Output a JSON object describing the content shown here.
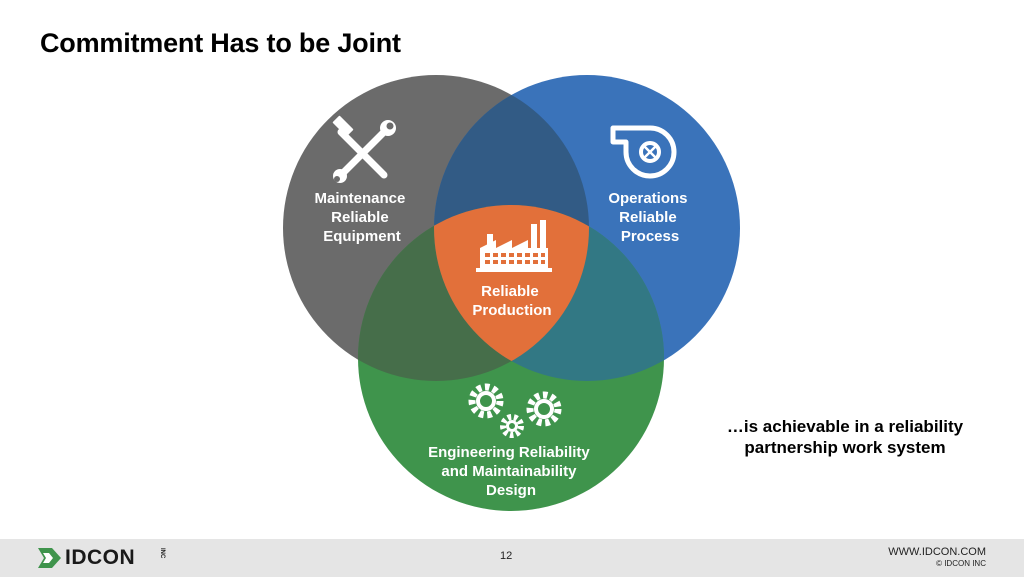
{
  "title": "Commitment Has to be Joint",
  "circles": {
    "maintenance": {
      "lines": [
        "Maintenance",
        "Reliable",
        "Equipment"
      ],
      "color": "#6b6b6b",
      "icon": "tools-icon"
    },
    "operations": {
      "lines": [
        "Operations",
        "Reliable",
        "Process"
      ],
      "color": "#3a73ba",
      "icon": "pump-icon"
    },
    "engineering": {
      "lines": [
        "Engineering Reliability",
        "and Maintainability",
        "Design"
      ],
      "color": "#3f944c",
      "icon": "gears-icon"
    },
    "center": {
      "lines": [
        "Reliable",
        "Production"
      ],
      "color": "#e2703a",
      "icon": "factory-icon"
    }
  },
  "tagline": [
    "…is achievable in a reliability",
    "partnership work system"
  ],
  "footer": {
    "logo_text": "IDCON",
    "logo_inc": "INC",
    "page_number": "12",
    "website": "WWW.IDCON.COM",
    "copyright": "© IDCON INC"
  }
}
